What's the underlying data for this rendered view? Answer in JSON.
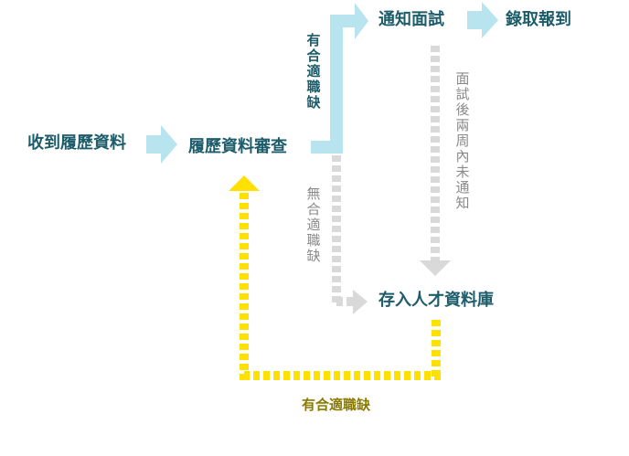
{
  "nodes": {
    "receive_resume": "收到履歷資料",
    "resume_review": "履歷資料審查",
    "interview_notice": "通知面試",
    "hire_report": "錄取報到",
    "talent_pool": "存入人才資料庫"
  },
  "labels": {
    "suitable_opening": "有合適職缺",
    "no_suitable_opening": "無合適職缺",
    "no_notice_two_weeks": "面試後兩周內未通知",
    "suitable_opening_bottom": "有合適職缺"
  },
  "colors": {
    "blue_arrow": "#b7e4ee",
    "grey_arrow": "#d9d9d9",
    "yellow_arrow": "#ffe000",
    "node_text": "#1d5c6a",
    "yellow_label": "#8a7a00"
  }
}
